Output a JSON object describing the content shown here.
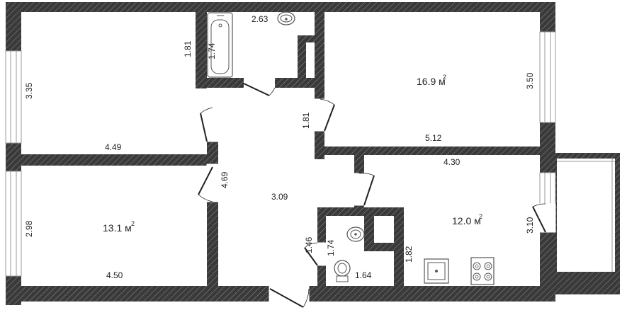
{
  "colors": {
    "wall": "#3a3a3a",
    "hatch": "#8f8f8f",
    "window": "#ffffff",
    "fixture": "#555555"
  },
  "areas": {
    "room_top_right": {
      "value": "16.9 м",
      "unit_sup": "2"
    },
    "room_bottom_left": {
      "value": "13.1 м",
      "unit_sup": "2"
    },
    "room_bottom_right": {
      "value": "12.0 м",
      "unit_sup": "2"
    }
  },
  "dimensions": {
    "bath_width": "2.63",
    "bath_height": "1.81",
    "bathtub_length": "1.74",
    "room_tl_height": "3.35",
    "room_tl_width": "4.49",
    "room_tr_height": "3.50",
    "room_tr_width": "5.12",
    "hall_wall": "1.81",
    "room_br_width": "4.30",
    "hall_height": "4.69",
    "hall_width": "3.09",
    "room_bl_height": "2.98",
    "room_bl_width": "4.50",
    "wc_outer": "1.46",
    "wc_height": "1.74",
    "wc_width": "1.64",
    "wc_side": "1.82",
    "room_br_height": "3.10"
  }
}
